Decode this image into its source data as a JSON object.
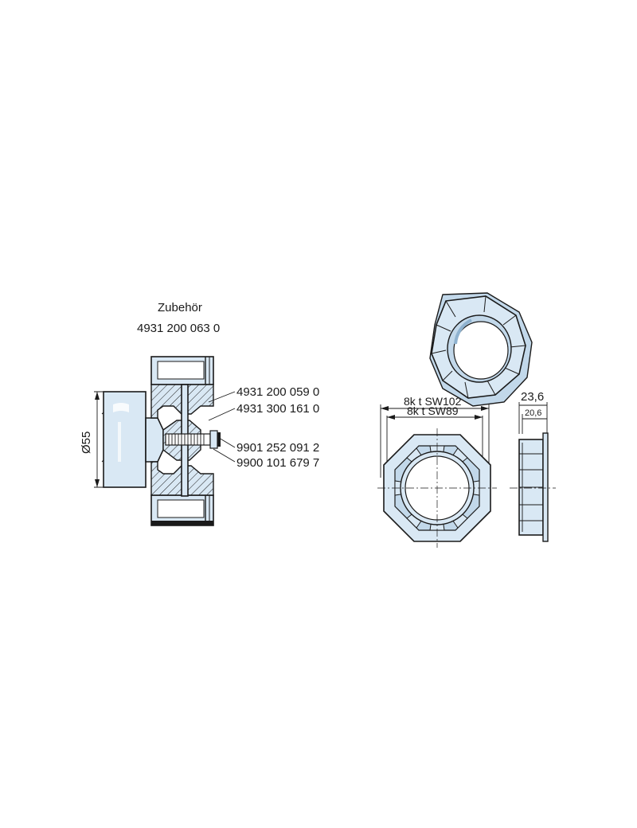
{
  "accessory": {
    "heading": "Zubehör",
    "number": "4931 200 063 0"
  },
  "part_numbers": [
    "4931 200 059 0",
    "4931 300 161 0",
    "9901 252 091 2",
    "9900 101 679 7"
  ],
  "dimensions": {
    "diameter": "Ø55",
    "outer_width": "8k t SW102",
    "inner_width": "8k t SW89",
    "total_depth": "23,6",
    "flange_depth": "20,6"
  },
  "colors": {
    "part_fill": "#d9e8f4",
    "line": "#1a1a1a"
  }
}
